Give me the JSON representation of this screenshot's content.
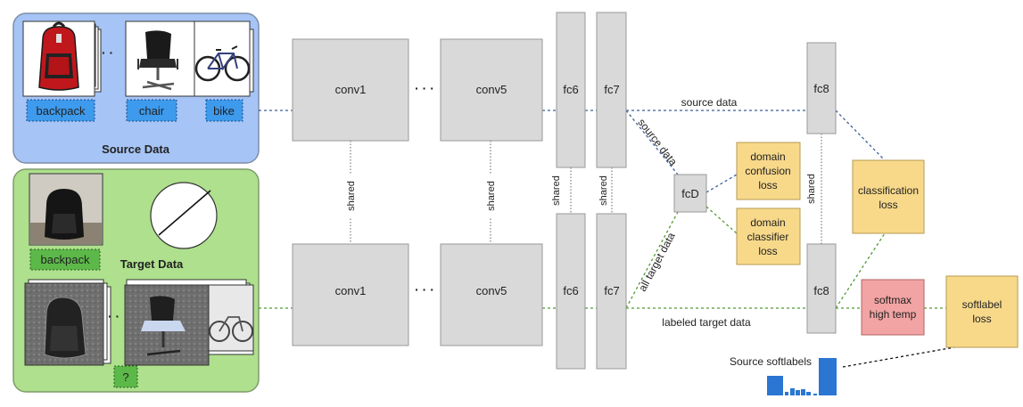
{
  "panels": {
    "source_title": "Source Data",
    "target_title": "Target Data"
  },
  "source_labels": [
    "backpack",
    "chair",
    "bike"
  ],
  "target_labels": [
    "backpack",
    "?"
  ],
  "ellipsis": "· ·",
  "ellipsis_net": "· · ·",
  "blocks": {
    "conv1": "conv1",
    "conv5": "conv5",
    "fc6": "fc6",
    "fc7": "fc7",
    "fc8": "fc8",
    "fcD": "fcD"
  },
  "shared_label": "shared",
  "edge_labels": {
    "source_data": "source data",
    "source_data_diag": "source data",
    "all_target_data": "all target data",
    "labeled_target_data": "labeled target data"
  },
  "losses": {
    "domain_confusion": [
      "domain",
      "confusion",
      "loss"
    ],
    "domain_classifier": [
      "domain",
      "classifier",
      "loss"
    ],
    "classification": [
      "classification",
      "loss"
    ],
    "softmax": [
      "softmax",
      "high temp"
    ],
    "softlabel": [
      "softlabel",
      "loss"
    ]
  },
  "source_softlabels": "Source softlabels",
  "colors": {
    "source_panel": "#a6c4f5",
    "target_panel": "#aee08d",
    "source_tag": "#3d9aec",
    "target_tag": "#5cb848",
    "block": "#d9d9d9",
    "loss": "#f8d98a",
    "softmax": "#f2a3a3",
    "blue_line": "#3a5e9c",
    "green_line": "#4f9a30"
  }
}
